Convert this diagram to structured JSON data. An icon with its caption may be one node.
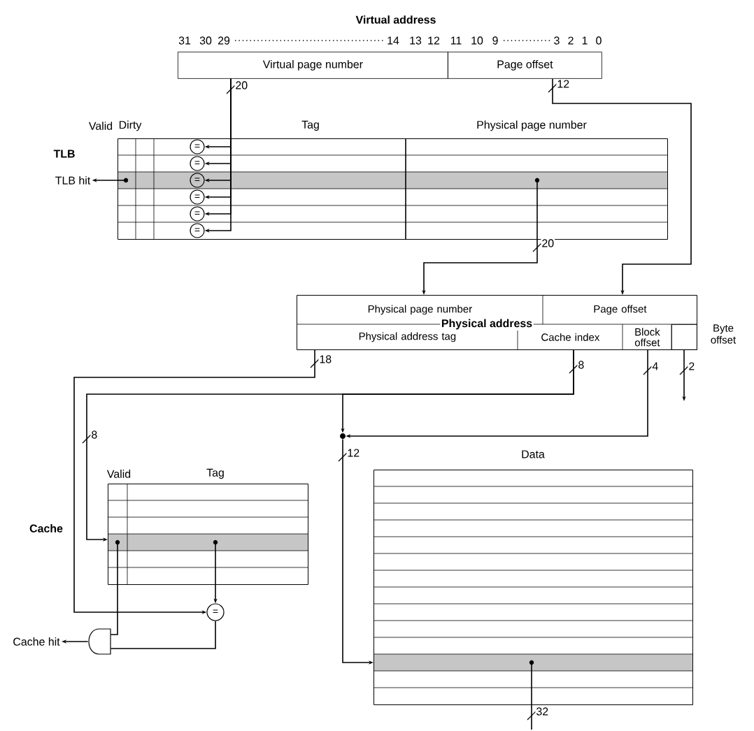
{
  "diagram": {
    "nodes": [
      {
        "text": [
          "Virtual page number"
        ],
        "beside": [
          "31",
          "30",
          "29",
          "14",
          "13",
          "12"
        ]
      },
      {
        "text": [
          "Page offset"
        ],
        "beside": [
          "11",
          "10",
          "9",
          "3",
          "2",
          "1",
          "0"
        ]
      },
      {
        "text": [
          "TLB"
        ],
        "beside": [
          "Valid",
          "Dirty",
          "Tag",
          "Physical page number"
        ]
      },
      {
        "text": [
          "="
        ],
        "in": 2
      },
      {
        "text": [
          "="
        ],
        "in": 2
      },
      {
        "text": [
          "="
        ],
        "in": 2
      },
      {
        "text": [
          "="
        ],
        "in": 2
      },
      {
        "text": [
          "="
        ],
        "in": 2
      },
      {
        "text": [
          "="
        ],
        "in": 2
      },
      {
        "text": [
          "TLB hit"
        ]
      },
      {
        "text": [
          "Physical address"
        ]
      },
      {
        "text": [
          "Physical page number"
        ],
        "in": 10
      },
      {
        "text": [
          "Page offset"
        ],
        "in": 10
      },
      {
        "text": [
          "Physical address tag"
        ],
        "in": 10
      },
      {
        "text": [
          "Cache index"
        ],
        "in": 10
      },
      {
        "text": [
          "Block offset"
        ],
        "in": 10
      },
      {
        "text": [],
        "shape": "box",
        "in": 10,
        "beside": [
          "Byte offset"
        ]
      },
      {
        "text": [],
        "shape": "circle"
      },
      {
        "text": [
          "Cache"
        ],
        "beside": [
          "Valid",
          "Tag"
        ]
      },
      {
        "text": [
          "="
        ]
      },
      {
        "text": [],
        "shape": "gate"
      },
      {
        "text": [
          "Cache hit"
        ]
      },
      {
        "text": [
          "Data"
        ]
      }
    ],
    "edges": [
      {
        "from": 0,
        "to": 3,
        "arrow": "to",
        "label": "20"
      },
      {
        "from": 0,
        "to": 4,
        "arrow": "to"
      },
      {
        "from": 0,
        "to": 5,
        "arrow": "to"
      },
      {
        "from": 0,
        "to": 6,
        "arrow": "to"
      },
      {
        "from": 0,
        "to": 7,
        "arrow": "to"
      },
      {
        "from": 0,
        "to": 8,
        "arrow": "to"
      },
      {
        "from": 2,
        "to": 9,
        "arrow": "to"
      },
      {
        "from": 2,
        "to": 11,
        "arrow": "to",
        "label": "20"
      },
      {
        "from": 1,
        "to": 12,
        "arrow": "to",
        "label": "12"
      },
      {
        "from": 13,
        "to": 19,
        "arrow": "to",
        "label": "18"
      },
      {
        "from": 14,
        "to": 18,
        "arrow": "to",
        "label": "8"
      },
      {
        "from": 14,
        "to": 17,
        "arrow": "to",
        "label": "8"
      },
      {
        "from": 15,
        "to": 17,
        "arrow": "to",
        "label": "4"
      },
      {
        "from": 16,
        "to": null,
        "arrow": "to",
        "label": "2"
      },
      {
        "from": 17,
        "to": 22,
        "arrow": "to",
        "label": "12"
      },
      {
        "from": 18,
        "to": 19,
        "arrow": "to"
      },
      {
        "from": 18,
        "to": 20,
        "arrow": "none"
      },
      {
        "from": 19,
        "to": 20,
        "arrow": "none"
      },
      {
        "from": 20,
        "to": 21,
        "arrow": "to"
      },
      {
        "from": 22,
        "to": null,
        "arrow": "none",
        "label": "32"
      }
    ],
    "labels": [
      "Virtual address"
    ]
  }
}
